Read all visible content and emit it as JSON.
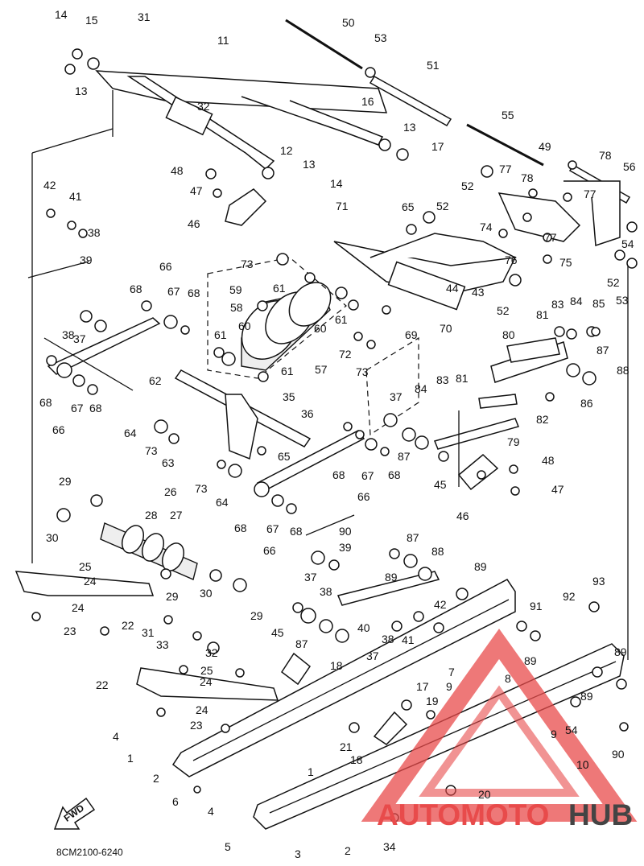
{
  "diagram": {
    "code": "8CM2100-6240",
    "fwd": "FWD",
    "watermark": {
      "left": "AUTOMOTO",
      "right": "HUB",
      "left_color": "#e84b4b",
      "right_color": "#444444"
    },
    "callouts": [
      "1",
      "2",
      "3",
      "4",
      "5",
      "6",
      "7",
      "8",
      "9",
      "10",
      "11",
      "12",
      "13",
      "14",
      "15",
      "16",
      "17",
      "18",
      "19",
      "20",
      "21",
      "22",
      "23",
      "24",
      "25",
      "26",
      "27",
      "28",
      "29",
      "30",
      "31",
      "32",
      "33",
      "34",
      "35",
      "36",
      "37",
      "38",
      "39",
      "40",
      "41",
      "42",
      "43",
      "44",
      "45",
      "46",
      "47",
      "48",
      "49",
      "50",
      "51",
      "52",
      "53",
      "54",
      "55",
      "56",
      "57",
      "58",
      "59",
      "60",
      "61",
      "62",
      "63",
      "64",
      "65",
      "66",
      "67",
      "68",
      "69",
      "70",
      "71",
      "72",
      "73",
      "74",
      "75",
      "76",
      "77",
      "78",
      "79",
      "80",
      "81",
      "82",
      "83",
      "84",
      "85",
      "86",
      "87",
      "88",
      "89",
      "90",
      "91",
      "92",
      "93"
    ]
  }
}
